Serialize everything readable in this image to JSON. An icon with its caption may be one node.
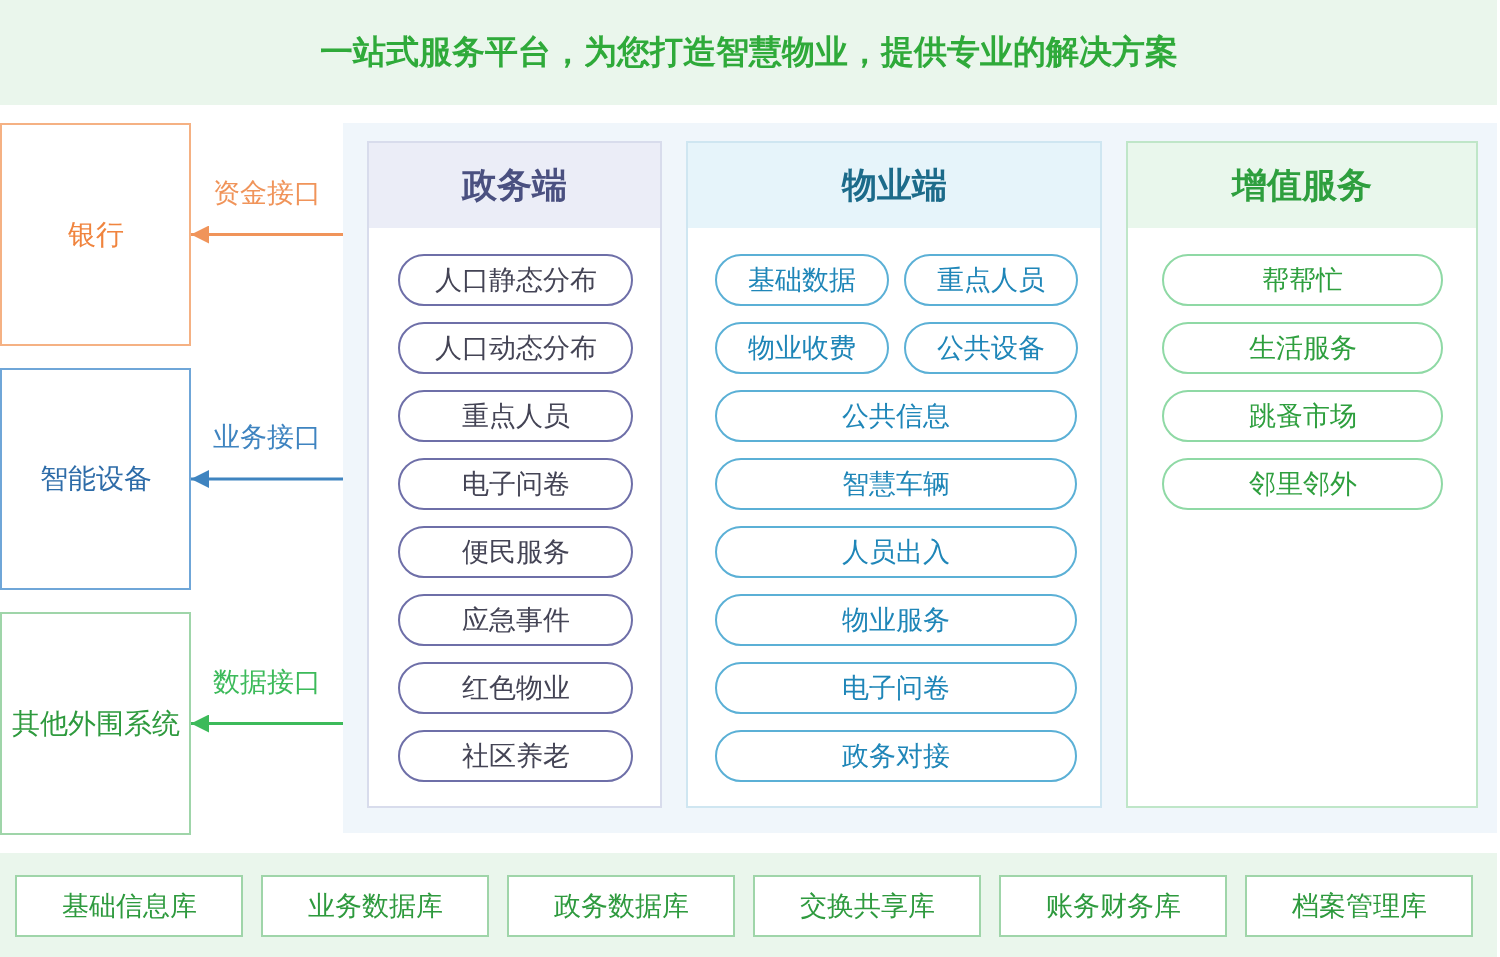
{
  "diagram": {
    "title": "一站式服务平台，为您打造智慧物业，提供专业的解决方案",
    "nodes": [
      {
        "text": [
          "银行"
        ]
      },
      {
        "text": [
          "智能设备"
        ]
      },
      {
        "text": [
          "其他外围系统"
        ]
      },
      {
        "text": [],
        "shape": "box"
      },
      {
        "text": [
          "政务端"
        ],
        "in": 3
      },
      {
        "text": [
          "人口静态分布"
        ],
        "in": 4
      },
      {
        "text": [
          "人口动态分布"
        ],
        "in": 4
      },
      {
        "text": [
          "重点人员"
        ],
        "in": 4
      },
      {
        "text": [
          "电子问卷"
        ],
        "in": 4
      },
      {
        "text": [
          "便民服务"
        ],
        "in": 4
      },
      {
        "text": [
          "应急事件"
        ],
        "in": 4
      },
      {
        "text": [
          "红色物业"
        ],
        "in": 4
      },
      {
        "text": [
          "社区养老"
        ],
        "in": 4
      },
      {
        "text": [
          "物业端"
        ],
        "in": 3
      },
      {
        "text": [
          "基础数据"
        ],
        "in": 13
      },
      {
        "text": [
          "重点人员"
        ],
        "in": 13
      },
      {
        "text": [
          "物业收费"
        ],
        "in": 13
      },
      {
        "text": [
          "公共设备"
        ],
        "in": 13
      },
      {
        "text": [
          "公共信息"
        ],
        "in": 13
      },
      {
        "text": [
          "智慧车辆"
        ],
        "in": 13
      },
      {
        "text": [
          "人员出入"
        ],
        "in": 13
      },
      {
        "text": [
          "物业服务"
        ],
        "in": 13
      },
      {
        "text": [
          "电子问卷"
        ],
        "in": 13
      },
      {
        "text": [
          "政务对接"
        ],
        "in": 13
      },
      {
        "text": [
          "增值服务"
        ],
        "in": 3
      },
      {
        "text": [
          "帮帮忙"
        ],
        "in": 24
      },
      {
        "text": [
          "生活服务"
        ],
        "in": 24
      },
      {
        "text": [
          "跳蚤市场"
        ],
        "in": 24
      },
      {
        "text": [
          "邻里邻外"
        ],
        "in": 24
      },
      {
        "text": [
          "基础信息库"
        ]
      },
      {
        "text": [
          "业务数据库"
        ]
      },
      {
        "text": [
          "政务数据库"
        ]
      },
      {
        "text": [
          "交换共享库"
        ]
      },
      {
        "text": [
          "账务财务库"
        ]
      },
      {
        "text": [
          "档案管理库"
        ]
      }
    ],
    "edges": [
      {
        "from": 3,
        "to": 0,
        "arrow": "to",
        "label": "资金接口",
        "color": "#f0945a"
      },
      {
        "from": 3,
        "to": 1,
        "arrow": "to",
        "label": "业务接口",
        "color": "#3f84c0"
      },
      {
        "from": 3,
        "to": 2,
        "arrow": "to",
        "label": "数据接口",
        "color": "#3cba5a"
      }
    ]
  }
}
